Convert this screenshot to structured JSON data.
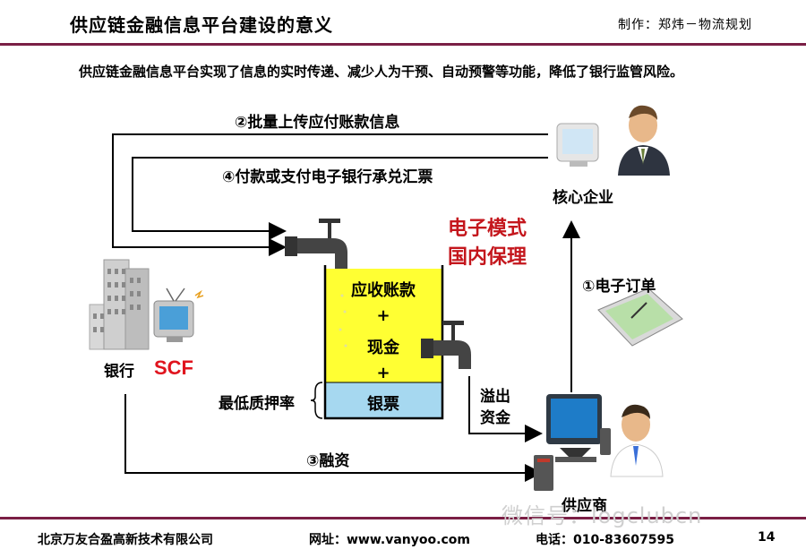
{
  "header": {
    "title": "供应链金融信息平台建设的意义",
    "author": "制作：郑炜－物流规划"
  },
  "description": "供应链金融信息平台实现了信息的实时传递、减少人为干预、自动预警等功能，降低了银行监管风险。",
  "flows": {
    "step2": "②批量上传应付账款信息",
    "step4": "④付款或支付电子银行承兑汇票",
    "step1": "①电子订单",
    "step3": "③融资"
  },
  "entities": {
    "core": "核心企业",
    "bank": "银行",
    "scf": "SCF",
    "supplier": "供应商"
  },
  "mode_labels": [
    "电子模式",
    "国内保理"
  ],
  "tank": {
    "receivables": "应收账款",
    "plus1": "+",
    "cash": "现金",
    "plus2": "+",
    "bill": "银票",
    "min_pledge_rate": "最低质押率",
    "overflow_line1": "溢出",
    "overflow_line2": "资金"
  },
  "footer": {
    "company": "北京万友合盈高新技术有限公司",
    "website": "网址：www.vanyoo.com",
    "phone": "电话：010-83607595",
    "page": "14"
  },
  "watermark": "微信号：logclubcn",
  "colors": {
    "rule": "#7a1f45",
    "tank_yellow": "#ffff33",
    "tank_blue": "#a6d8f0",
    "accent_red": "#c4161c"
  }
}
